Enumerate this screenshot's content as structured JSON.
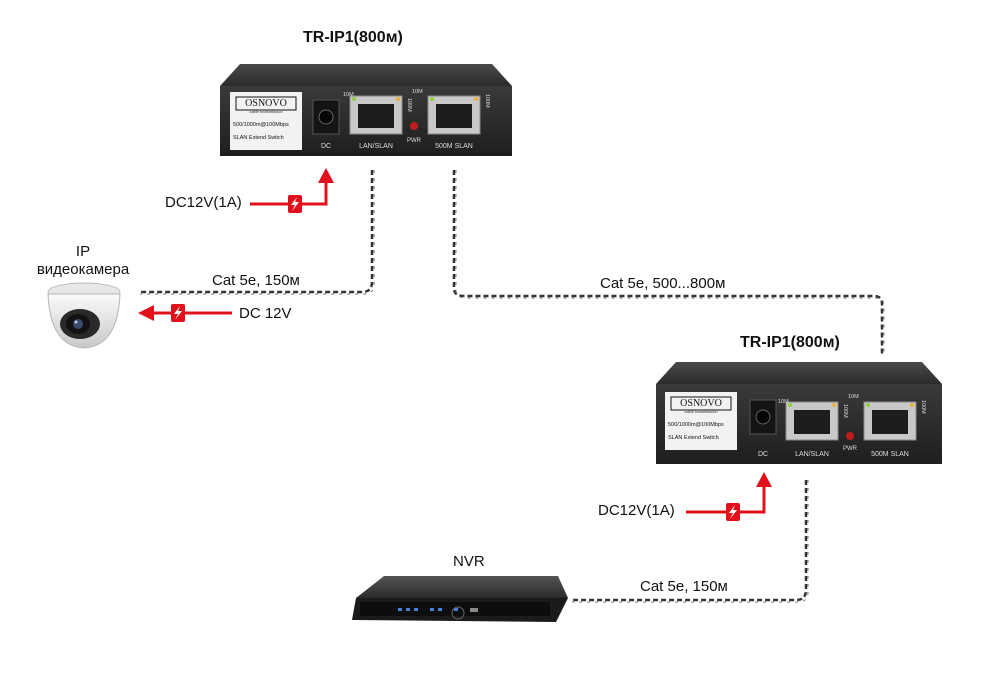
{
  "device_top": {
    "title": "TR-IP1(800м)",
    "brand": "OSNOVO",
    "brand_sub": "cable transmission",
    "spec": "500/1000m@100Mbps",
    "model_desc": "SLAN Extend Switch",
    "ports": {
      "dc": "DC",
      "lan": "LAN/SLAN",
      "pwr": "PWR",
      "slan": "500M SLAN",
      "speed_10": "10M",
      "speed_100": "100M"
    }
  },
  "device_bottom": {
    "title": "TR-IP1(800м)",
    "brand": "OSNOVO",
    "brand_sub": "cable transmission",
    "spec": "500/1000m@100Mbps",
    "model_desc": "SLAN Extend Switch",
    "ports": {
      "dc": "DC",
      "lan": "LAN/SLAN",
      "pwr": "PWR",
      "slan": "500M SLAN",
      "speed_10": "10M",
      "speed_100": "100M"
    }
  },
  "camera": {
    "line1": "IP",
    "line2": "видеокамера",
    "cable": "Cat 5e, 150м",
    "power": "DC 12V"
  },
  "power_top": "DC12V(1A)",
  "power_bottom": "DC12V(1A)",
  "link_cable": "Cat 5e, 500...800м",
  "nvr": {
    "label": "NVR",
    "cable": "Cat 5e, 150м"
  },
  "colors": {
    "arrow": "#e2101a",
    "device": "#2a2a2a",
    "cable": "#333333"
  }
}
